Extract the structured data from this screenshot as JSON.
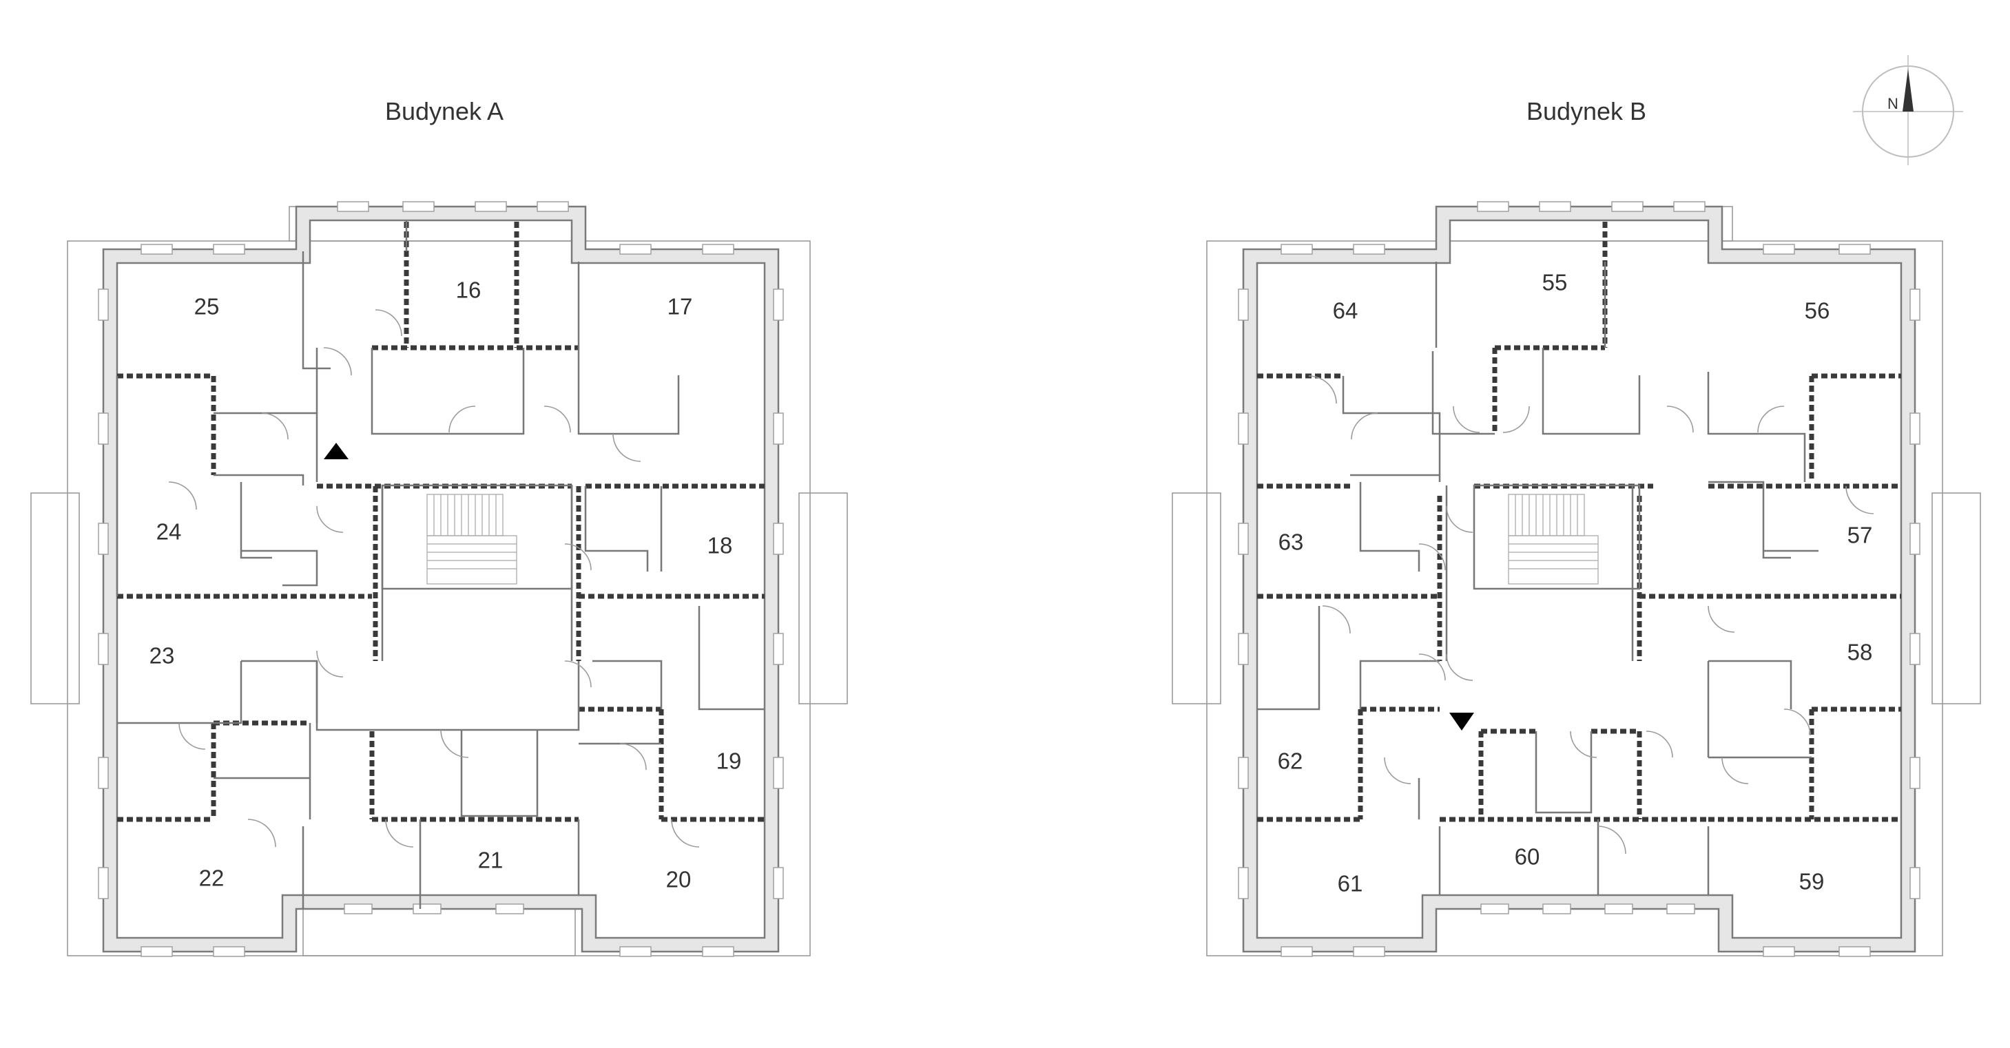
{
  "buildings": [
    {
      "title": "Budynek A",
      "units": [
        "25",
        "16",
        "17",
        "24",
        "18",
        "23",
        "19",
        "22",
        "21",
        "20"
      ]
    },
    {
      "title": "Budynek B",
      "units": [
        "64",
        "55",
        "56",
        "63",
        "57",
        "58",
        "62",
        "61",
        "60",
        "59"
      ]
    }
  ],
  "compass": {
    "label": "N"
  },
  "entrance_markers": [
    {
      "building": "Budynek A",
      "direction": "up"
    },
    {
      "building": "Budynek B",
      "direction": "down"
    }
  ],
  "colors": {
    "wall_fill": "#e6e6e6",
    "wall_stroke": "#7a7a7a",
    "party_wall": "#3a3a3a",
    "text": "#333333",
    "marker": "#000000"
  }
}
